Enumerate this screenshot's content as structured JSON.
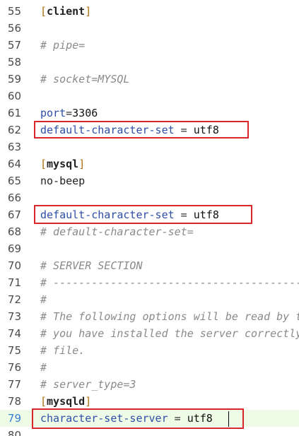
{
  "editor": {
    "lines": [
      {
        "num": "55",
        "tokens": [
          {
            "t": "[",
            "c": "br"
          },
          {
            "t": "client",
            "c": "sec"
          },
          {
            "t": "]",
            "c": "br"
          }
        ]
      },
      {
        "num": "56",
        "tokens": []
      },
      {
        "num": "57",
        "tokens": [
          {
            "t": "# pipe=",
            "c": "com"
          }
        ]
      },
      {
        "num": "58",
        "tokens": []
      },
      {
        "num": "59",
        "tokens": [
          {
            "t": "# socket=MYSQL",
            "c": "com"
          }
        ]
      },
      {
        "num": "60",
        "tokens": []
      },
      {
        "num": "61",
        "tokens": [
          {
            "t": "port",
            "c": "key"
          },
          {
            "t": "=",
            "c": "op"
          },
          {
            "t": "3306",
            "c": "val"
          }
        ]
      },
      {
        "num": "62",
        "tokens": [
          {
            "t": "default-character-set",
            "c": "key"
          },
          {
            "t": " = ",
            "c": "op"
          },
          {
            "t": "utf8",
            "c": "val"
          }
        ]
      },
      {
        "num": "63",
        "tokens": []
      },
      {
        "num": "64",
        "tokens": [
          {
            "t": "[",
            "c": "br"
          },
          {
            "t": "mysql",
            "c": "sec"
          },
          {
            "t": "]",
            "c": "br"
          }
        ]
      },
      {
        "num": "65",
        "tokens": [
          {
            "t": "no-beep",
            "c": "plain"
          }
        ]
      },
      {
        "num": "66",
        "tokens": []
      },
      {
        "num": "67",
        "tokens": [
          {
            "t": "default-character-set",
            "c": "key"
          },
          {
            "t": " = ",
            "c": "op"
          },
          {
            "t": "utf8",
            "c": "val"
          }
        ]
      },
      {
        "num": "68",
        "tokens": [
          {
            "t": "# default-character-set=",
            "c": "com"
          }
        ]
      },
      {
        "num": "69",
        "tokens": []
      },
      {
        "num": "70",
        "tokens": [
          {
            "t": "# SERVER SECTION",
            "c": "com"
          }
        ]
      },
      {
        "num": "71",
        "tokens": [
          {
            "t": "# ----------------------------------------------------------------------",
            "c": "com"
          }
        ]
      },
      {
        "num": "72",
        "tokens": [
          {
            "t": "#",
            "c": "com"
          }
        ]
      },
      {
        "num": "73",
        "tokens": [
          {
            "t": "# The following options will be read by the MySQL Server.",
            "c": "com"
          }
        ]
      },
      {
        "num": "74",
        "tokens": [
          {
            "t": "# you have installed the server correctly (see above) so it reads this",
            "c": "com"
          }
        ]
      },
      {
        "num": "75",
        "tokens": [
          {
            "t": "# file.",
            "c": "com"
          }
        ]
      },
      {
        "num": "76",
        "tokens": [
          {
            "t": "#",
            "c": "com"
          }
        ]
      },
      {
        "num": "77",
        "tokens": [
          {
            "t": "# server_type=3",
            "c": "com"
          }
        ]
      },
      {
        "num": "78",
        "tokens": [
          {
            "t": "[",
            "c": "br"
          },
          {
            "t": "mysqld",
            "c": "sec"
          },
          {
            "t": "]",
            "c": "br"
          }
        ]
      },
      {
        "num": "79",
        "current": true,
        "tokens": [
          {
            "t": "character-set-server",
            "c": "key"
          },
          {
            "t": " = ",
            "c": "op"
          },
          {
            "t": "utf8",
            "c": "val"
          }
        ]
      },
      {
        "num": "80",
        "tokens": []
      }
    ],
    "highlight_color": "#d8262a",
    "current_line_bg": "#eefce7"
  }
}
